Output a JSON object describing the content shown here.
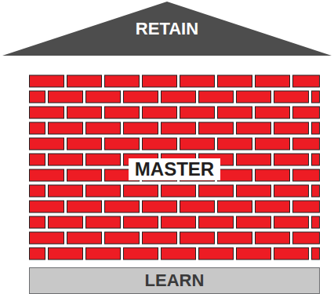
{
  "diagram": {
    "nodes": [
      {
        "text": [
          "RETAIN"
        ]
      },
      {
        "text": [
          "MASTER"
        ]
      },
      {
        "text": [
          "LEARN"
        ]
      }
    ]
  }
}
